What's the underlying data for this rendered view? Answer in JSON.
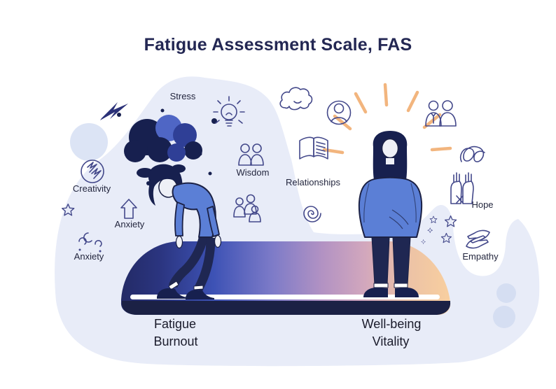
{
  "title": "Fatigue Assessment Scale, FAS",
  "labels": {
    "stress": "Stress",
    "creativity": "Creativity",
    "anxiety_upper": "Anxiety",
    "anxiety_lower": "Anxiety",
    "wisdom": "Wisdom",
    "relationships": "Relationships",
    "hope": "Hope",
    "empathy": "Empathy"
  },
  "scale": {
    "left": {
      "line1": "Fatigue",
      "line2": "Burnout"
    },
    "right": {
      "line1": "Well-being",
      "line2": "Vitality"
    }
  },
  "icons": [
    "lightning-bolt-icon",
    "creativity-bulb-icon",
    "lightbulb-icon",
    "thought-cloud-icon",
    "person-in-circle-icon",
    "open-book-icon",
    "two-people-icon",
    "group-people-icon",
    "spiral-icon",
    "colleagues-icon",
    "tangled-loops-icon",
    "raised-hands-icon",
    "empathy-hands-icon",
    "star-icon",
    "stars-cluster-icon",
    "up-arrow-icon",
    "anxiety-swirl-icon",
    "storm-clouds-icon",
    "sun-rays-icon"
  ],
  "colors": {
    "background": "#ffffff",
    "blob_lavender": "#e8ecf8",
    "decor_circle": "#dce4f5",
    "title_text": "#232753",
    "label_text": "#23263e",
    "icon_stroke": "#43488a",
    "bar_gradient": [
      "#232a66",
      "#3d52b5",
      "#7d7bc8",
      "#b292c3",
      "#d2a7bd",
      "#f8cf9f"
    ],
    "bar_base": "#1b2145",
    "bar_stripe": "#ffffff",
    "sweater_blue": "#5b7fd6",
    "dark_navy": "#17204f",
    "pants_navy": "#1f2752",
    "skin": "#eef0f6",
    "rays_orange": "#f2b57e",
    "cloud_blue": "#4f66c5",
    "cloud_mid": "#2f3f96"
  }
}
